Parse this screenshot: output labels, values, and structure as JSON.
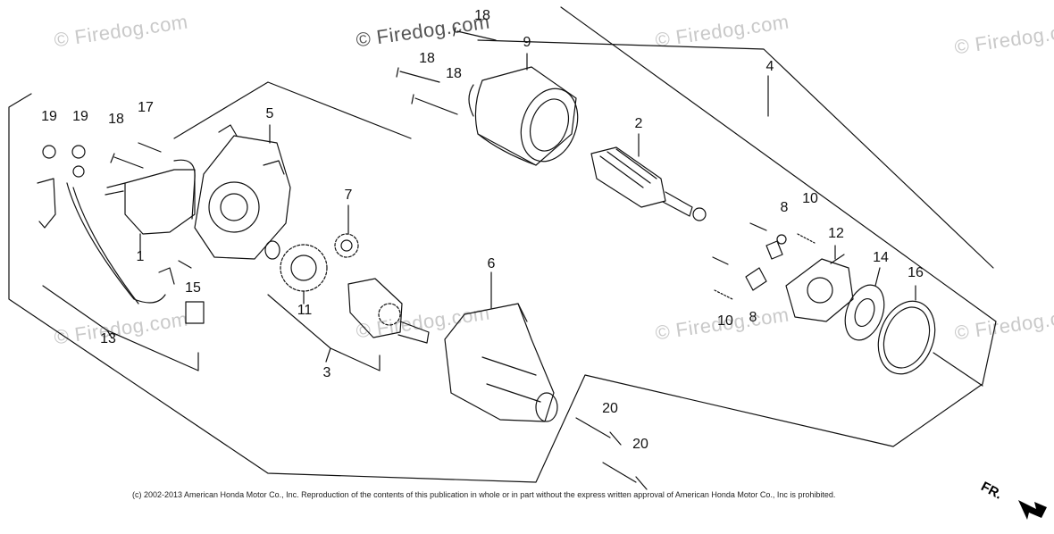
{
  "watermark": "© Firedog.com",
  "copyright": "(c) 2002-2013 American Honda Motor Co., Inc. Reproduction of the contents of this publication in whole or in part without the express written approval of American Honda Motor Co., Inc is prohibited.",
  "direction_label": "FR.",
  "callouts": {
    "c1": "1",
    "c2": "2",
    "c3": "3",
    "c4": "4",
    "c5": "5",
    "c6": "6",
    "c7": "7",
    "c8a": "8",
    "c8b": "8",
    "c9": "9",
    "c10a": "10",
    "c10b": "10",
    "c11": "11",
    "c12": "12",
    "c13": "13",
    "c14": "14",
    "c15": "15",
    "c16": "16",
    "c17": "17",
    "c18a": "18",
    "c18b": "18",
    "c18c": "18",
    "c18d": "18",
    "c19a": "19",
    "c19b": "19",
    "c20a": "20",
    "c20b": "20"
  },
  "colors": {
    "ink": "#111111",
    "watermark": "#c9c9c9",
    "paper": "#ffffff"
  }
}
